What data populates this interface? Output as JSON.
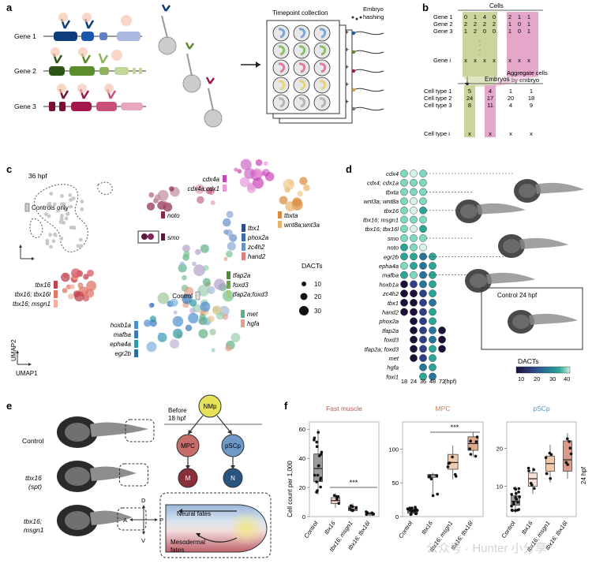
{
  "panel_letters": {
    "a": "a",
    "b": "b",
    "c": "c",
    "d": "d",
    "e": "e",
    "f": "f"
  },
  "panel_a": {
    "genes": [
      "Gene 1",
      "Gene 2",
      "Gene 3"
    ],
    "timepoint_title": "Timepoint collection",
    "embryo_hashing": "Embryo\nhashing"
  },
  "panel_b": {
    "cells_title": "Cells",
    "gene_rows": [
      {
        "label": "Gene 1",
        "values": [
          "0",
          "1",
          "4",
          "0",
          "2",
          "1",
          "1"
        ]
      },
      {
        "label": "Gene 2",
        "values": [
          "2",
          "2",
          "2",
          "2",
          "1",
          "0",
          "1"
        ]
      },
      {
        "label": "Gene 3",
        "values": [
          "1",
          "2",
          "0",
          "0",
          "1",
          "0",
          "1"
        ]
      },
      {
        "label": "Gene i",
        "values": [
          "x",
          "x",
          "x",
          "x",
          "x",
          "x",
          "x"
        ]
      }
    ],
    "aggregate_label": "Aggregate cells\nby embryo",
    "embryos_title": "Embryos",
    "celltype_rows": [
      {
        "label": "Cell type 1",
        "values": [
          "5",
          "4",
          "1",
          "1"
        ]
      },
      {
        "label": "Cell type 2",
        "values": [
          "24",
          "17",
          "20",
          "18"
        ]
      },
      {
        "label": "Cell type 3",
        "values": [
          "8",
          "11",
          "4",
          "9"
        ]
      },
      {
        "label": "Cell type i",
        "values": [
          "x",
          "x",
          "x",
          "x"
        ]
      }
    ]
  },
  "panel_c": {
    "stage": "36 hpf",
    "controls_only": "Controls only",
    "umap1": "UMAP1",
    "umap2": "UMAP2",
    "control": "Control",
    "labels": {
      "cdx": "cdx4a\ncdx4a;cdx1",
      "noto": "noto",
      "smo": "smo",
      "tbxta": "tbxta\nwnt8a;wnt3a",
      "tbx1group": "tbx1\nphox2a\nzc4h2\nhand2",
      "tfap": "tfap2a\nfoxd3\ntfap2a;foxd3",
      "met": "met\nhgfa",
      "hox": "hoxb1a\nmafba\nepha4a\negr2b",
      "tbx16": "tbx16\ntbx16; tbx16l\ntbx16; msgn1"
    },
    "dacts_title": "DACTs",
    "dacts_sizes": [
      "10",
      "20",
      "30"
    ]
  },
  "panel_d": {
    "genes": [
      "cdx4",
      "cdx4; cdx1a",
      "tbxta",
      "wnt3a; wnt8a",
      "tbx16",
      "tbx16; msgn1",
      "tbx16; tbx16l",
      "smo",
      "noto",
      "egr2b",
      "epha4a",
      "mafba",
      "hoxb1a",
      "zc4h2",
      "tbx1",
      "hand2",
      "phox2a",
      "tfap2a",
      "foxd3",
      "tfap2a; foxd3",
      "met",
      "hgfa",
      "foxi1"
    ],
    "timepoints": [
      "18",
      "24",
      "36",
      "48",
      "72"
    ],
    "hpf": "(hpf)",
    "control_label": "Control 24 hpf",
    "dacts_title": "DACTs",
    "colorbar_ticks": [
      "10",
      "20",
      "30",
      "40"
    ],
    "colors": [
      "#1b1036",
      "#2f3f86",
      "#27759a",
      "#2ba597",
      "#7fd8c0",
      "#d8f3ea"
    ]
  },
  "panel_e": {
    "embryos": [
      "Control",
      "tbx16\n(spt)",
      "tbx16;\nmsgn1"
    ],
    "nmp": "NMp",
    "before": "Before\n18 hpf",
    "mpc": "MPC",
    "pscp": "pSCp",
    "m": "M",
    "n": "N",
    "neural": "Neural fates",
    "mesodermal": "Mesodermal\nfates",
    "axes": {
      "d": "D",
      "v": "V",
      "a": "A",
      "p": "P"
    }
  },
  "panel_f": {
    "titles": [
      "Fast muscle",
      "MPC",
      "pSCp"
    ],
    "title_colors": [
      "#b45a4e",
      "#cf7b4b",
      "#5a8fb8"
    ],
    "ylabel": "Cell count per 1,000",
    "right_label": "24 hpf",
    "sig": [
      "***",
      "***"
    ],
    "groups": [
      {
        "cats": [
          "Control",
          "tbx16",
          "tbx16;\nmsgn1",
          "tbx16;\ntbx16l"
        ],
        "ticks": [
          "0",
          "20",
          "40",
          "60"
        ],
        "ylim": [
          0,
          65
        ]
      },
      {
        "cats": [
          "Control",
          "tbx16",
          "tbx16;\nmsgn1",
          "tbx16;\ntbx16l"
        ],
        "ticks": [
          "0",
          "50",
          "100"
        ],
        "ylim": [
          0,
          140
        ]
      },
      {
        "cats": [
          "Control",
          "tbx16",
          "tbx16;\nmsgn1",
          "tbx16;\ntbx16l"
        ],
        "ticks": [
          "10",
          "20"
        ],
        "ylim": [
          2,
          27
        ]
      }
    ]
  },
  "watermark": "公众号 · Hunter 小分享",
  "chart_data": [
    {
      "type": "box",
      "title": "Fast muscle",
      "categories": [
        "Control",
        "tbx16",
        "tbx16; msgn1",
        "tbx16; tbx16l"
      ],
      "ylabel": "Cell count per 1,000",
      "ylim": [
        0,
        65
      ],
      "series": [
        {
          "stats": [
            {
              "min": 15,
              "q1": 24,
              "median": 33,
              "q3": 43,
              "max": 60
            },
            {
              "min": 6,
              "q1": 9,
              "median": 11,
              "q3": 13,
              "max": 16
            },
            {
              "min": 3,
              "q1": 4,
              "median": 5,
              "q3": 7,
              "max": 9
            },
            {
              "min": 0.5,
              "q1": 1,
              "median": 2,
              "q3": 2.5,
              "max": 3.5
            }
          ],
          "colors": [
            "#4a4a4a",
            "#e3a79d",
            "#c98a74",
            "#8a4a3a"
          ]
        }
      ]
    },
    {
      "type": "box",
      "title": "MPC",
      "categories": [
        "Control",
        "tbx16",
        "tbx16; msgn1",
        "tbx16; tbx16l"
      ],
      "ylim": [
        0,
        140
      ],
      "series": [
        {
          "stats": [
            {
              "min": 2,
              "q1": 5,
              "median": 8,
              "q3": 10,
              "max": 14
            },
            {
              "min": 30,
              "q1": 58,
              "median": 62,
              "q3": 62,
              "max": 65
            },
            {
              "min": 55,
              "q1": 70,
              "median": 80,
              "q3": 92,
              "max": 105
            },
            {
              "min": 88,
              "q1": 98,
              "median": 108,
              "q3": 118,
              "max": 125
            }
          ],
          "colors": [
            "#4a4a4a",
            "#555555",
            "#e6a06a",
            "#c9652e"
          ]
        }
      ]
    },
    {
      "type": "box",
      "title": "pSCp",
      "categories": [
        "Control",
        "tbx16",
        "tbx16; msgn1",
        "tbx16; tbx16l"
      ],
      "ylim": [
        2,
        27
      ],
      "series": [
        {
          "stats": [
            {
              "min": 3,
              "q1": 5,
              "median": 6,
              "q3": 7.5,
              "max": 10
            },
            {
              "min": 8,
              "q1": 10,
              "median": 12,
              "q3": 13.5,
              "max": 15
            },
            {
              "min": 11,
              "q1": 14,
              "median": 16,
              "q3": 18,
              "max": 21
            },
            {
              "min": 12,
              "q1": 14,
              "median": 17,
              "q3": 22,
              "max": 24
            }
          ],
          "colors": [
            "#4a4a4a",
            "#f4c7b6",
            "#e59a60",
            "#b9462e"
          ]
        }
      ]
    }
  ]
}
